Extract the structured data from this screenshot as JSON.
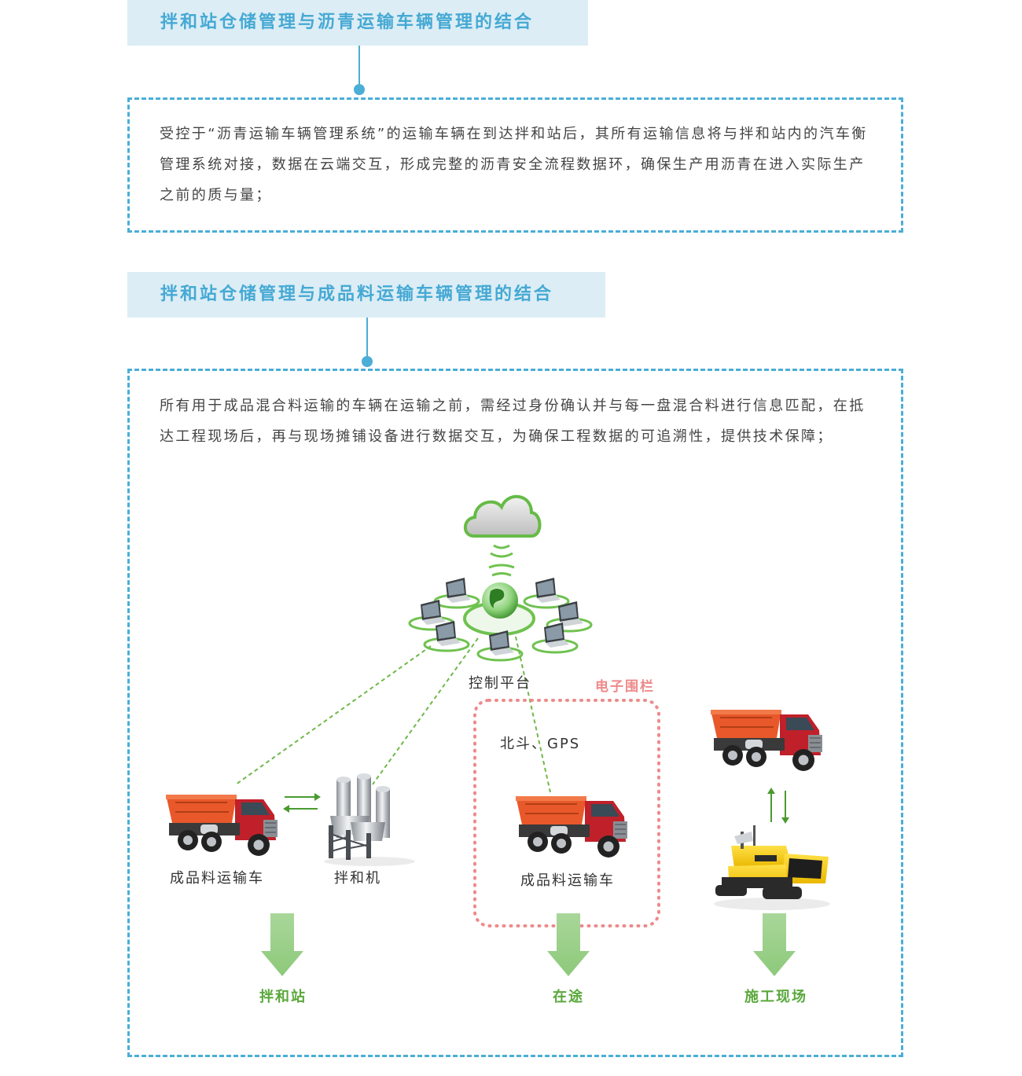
{
  "section1": {
    "title": "拌和站仓储管理与沥青运输车辆管理的结合",
    "body": "受控于“沥青运输车辆管理系统”的运输车辆在到达拌和站后，其所有运输信息将与拌和站内的汽车衡管理系统对接，数据在云端交互，形成完整的沥青安全流程数据环，确保生产用沥青在进入实际生产之前的质与量；"
  },
  "section2": {
    "title": "拌和站仓储管理与成品料运输车辆管理的结合",
    "body": "所有用于成品混合料运输的车辆在运输之前，需经过身份确认并与每一盘混合料进行信息匹配，在抵达工程现场后，再与现场摊铺设备进行数据交互，为确保工程数据的可追溯性，提供技术保障；"
  },
  "diagram": {
    "control_platform": "控制平台",
    "fence_label": "电子围栏",
    "gps_label": "北斗、GPS",
    "truck1_label": "成品料运输车",
    "mixer_label": "拌和机",
    "truck2_label": "成品料运输车",
    "stage_mixing_station": "拌和站",
    "stage_in_transit": "在途",
    "stage_construction_site": "施工现场",
    "icons": [
      "cloud-icon",
      "globe-icon",
      "laptop-icon",
      "dump-truck-icon",
      "mixing-plant-icon",
      "paver-icon",
      "down-arrow-icon"
    ],
    "colors": {
      "accent_blue": "#4aaed6",
      "banner_bg": "#dcedf5",
      "green": "#5aa83c",
      "fence_red": "#ee8a8a",
      "truck_orange": "#e8582a",
      "truck_red": "#c0202a"
    }
  }
}
